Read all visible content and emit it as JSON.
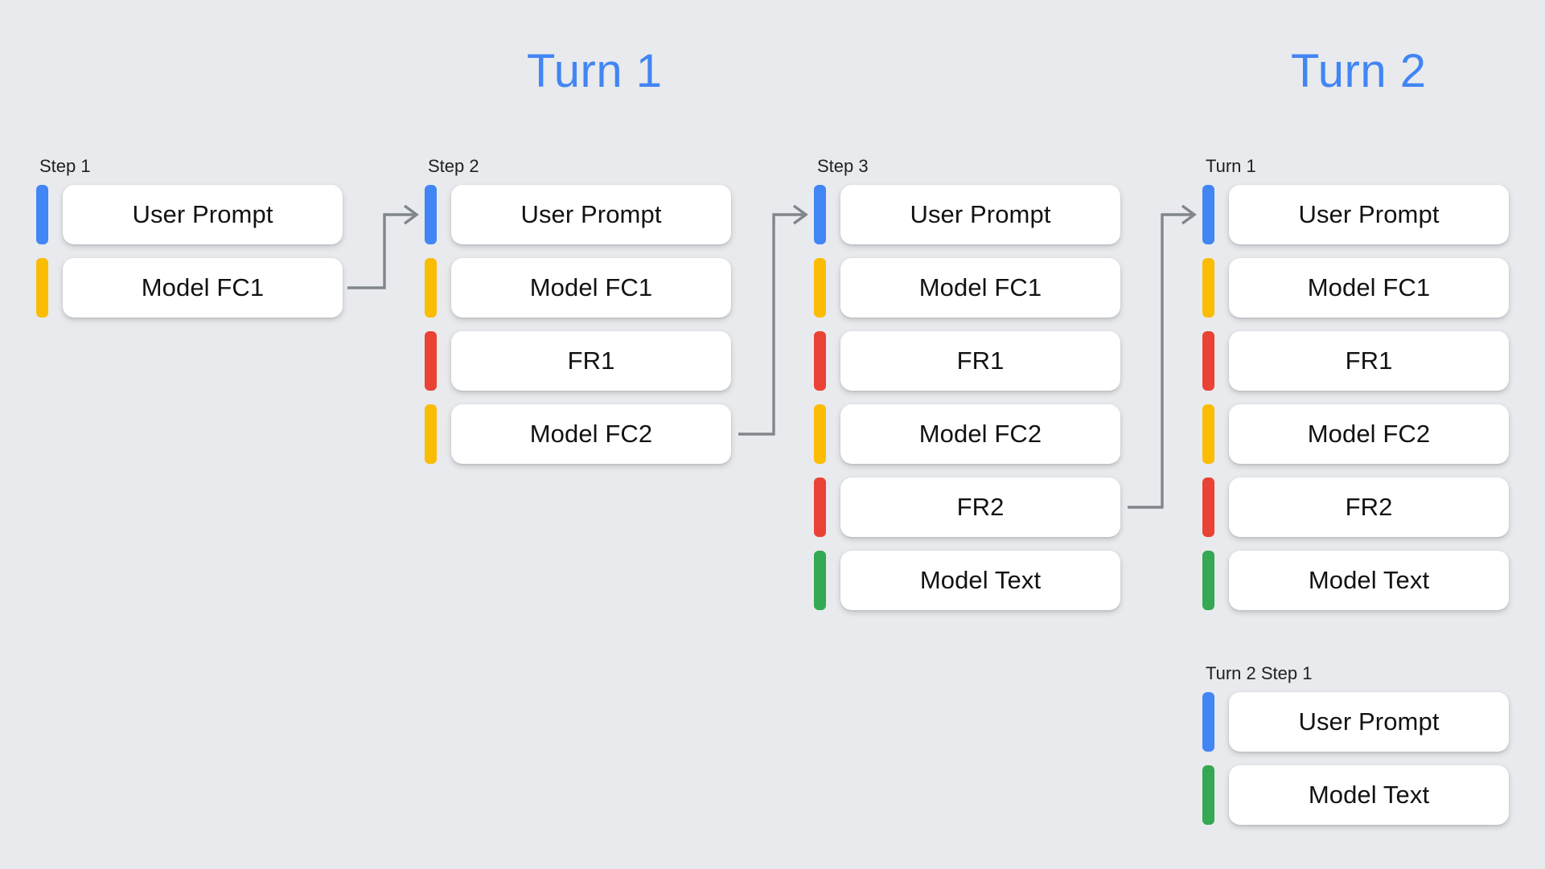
{
  "background_color": "#e8eaed",
  "palette": {
    "blue": "#4285f4",
    "yellow": "#fbbc04",
    "red": "#ea4335",
    "green": "#34a853",
    "card": "#ffffff",
    "arrow": "#80868b",
    "text": "#202124"
  },
  "titles": [
    {
      "text": "Turn 1",
      "color": "#4285f4"
    },
    {
      "text": "Turn 2",
      "color": "#4285f4"
    }
  ],
  "columns": [
    {
      "label": "Step 1",
      "rows": [
        {
          "label": "User Prompt",
          "color": "blue"
        },
        {
          "label": "Model FC1",
          "color": "yellow"
        }
      ]
    },
    {
      "label": "Step 2",
      "rows": [
        {
          "label": "User Prompt",
          "color": "blue"
        },
        {
          "label": "Model FC1",
          "color": "yellow"
        },
        {
          "label": "FR1",
          "color": "red"
        },
        {
          "label": "Model FC2",
          "color": "yellow"
        }
      ]
    },
    {
      "label": "Step 3",
      "rows": [
        {
          "label": "User Prompt",
          "color": "blue"
        },
        {
          "label": "Model FC1",
          "color": "yellow"
        },
        {
          "label": "FR1",
          "color": "red"
        },
        {
          "label": "Model FC2",
          "color": "yellow"
        },
        {
          "label": "FR2",
          "color": "red"
        },
        {
          "label": "Model Text",
          "color": "green"
        }
      ]
    },
    {
      "label": "Turn 1",
      "rows": [
        {
          "label": "User Prompt",
          "color": "blue"
        },
        {
          "label": "Model FC1",
          "color": "yellow"
        },
        {
          "label": "FR1",
          "color": "red"
        },
        {
          "label": "Model FC2",
          "color": "yellow"
        },
        {
          "label": "FR2",
          "color": "red"
        },
        {
          "label": "Model Text",
          "color": "green"
        }
      ]
    },
    {
      "label": "Turn 2 Step 1",
      "rows": [
        {
          "label": "User Prompt",
          "color": "blue"
        },
        {
          "label": "Model Text",
          "color": "green"
        }
      ]
    }
  ],
  "connectors": [
    {
      "from": "step-1-model-fc1",
      "to": "step-2-user-prompt"
    },
    {
      "from": "step-2-model-fc2",
      "to": "step-3-user-prompt"
    },
    {
      "from": "step-3-fr2",
      "to": "turn-1-user-prompt"
    }
  ]
}
